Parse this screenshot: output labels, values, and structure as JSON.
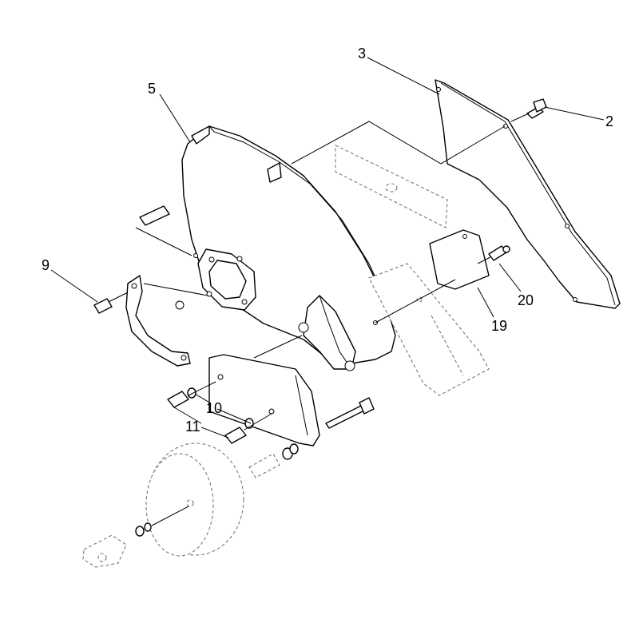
{
  "diagram": {
    "callouts": [
      {
        "id": "c3",
        "text": "3"
      },
      {
        "id": "c2",
        "text": "2"
      },
      {
        "id": "c5",
        "text": "5"
      },
      {
        "id": "c9",
        "text": "9"
      },
      {
        "id": "c20",
        "text": "20"
      },
      {
        "id": "c19",
        "text": "19"
      },
      {
        "id": "c10",
        "text": "10"
      },
      {
        "id": "c11",
        "text": "11"
      }
    ]
  }
}
